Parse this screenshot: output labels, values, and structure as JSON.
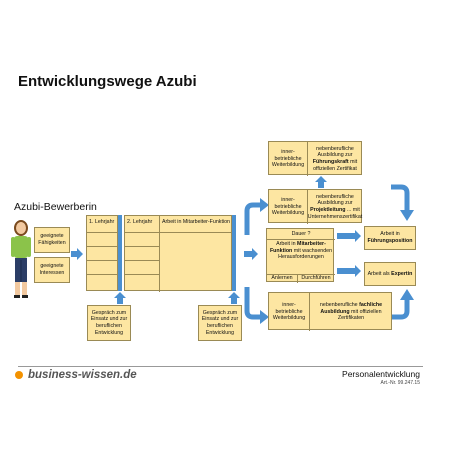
{
  "title": "Entwicklungswege Azubi",
  "subject_label": "Azubi-Bewerberin",
  "prereqs": [
    "geeignete Fähigkeiten",
    "geeignete Interessen"
  ],
  "columns": {
    "year1": "1. Lehrjahr",
    "year2": "2. Lehrjahr",
    "work": "Arbeit in Mitarbeiter-Funktion"
  },
  "talk_boxes": [
    "Gespräch zum Einsatz und zur beruflichen Entwicklung",
    "Gespräch zum Einsatz und zur beruflichen Entwicklung"
  ],
  "paths": {
    "top": {
      "internal": "inner-betriebliche Weiterbildung",
      "external_pre": "nebenberufliche Ausbildung zur ",
      "external_bold": "Führungskraft",
      "external_post": " mit offiziellen Zertifikat"
    },
    "middle": {
      "internal": "inner-betriebliche Weiterbildung",
      "external_pre": "nebenberufliche Ausbildung zur ",
      "external_bold": "Projektleitung",
      "external_post": " ... mit Unternehmenszertifikat"
    },
    "bottom": {
      "internal": "inner-betriebliche Weiterbildung",
      "external_pre": "nebenberufliche ",
      "external_bold": "fachliche Ausbildung",
      "external_post": " mit offiziellen Zertifikaten"
    }
  },
  "center": {
    "duration": "Dauer ?",
    "text_pre": "Arbeit in ",
    "text_bold": "Mitarbeiter-Funktion",
    "text_post": " mit wachsenden Herausforderungen",
    "sub_left": "Anlernen",
    "sub_right": "Durchführen"
  },
  "outcomes": {
    "leader_pre": "Arbeit in ",
    "leader_bold": "Führungsposition",
    "expert_pre": "Arbeit als ",
    "expert_bold": "Expertin"
  },
  "footer": {
    "brand": "business-wissen.de",
    "department": "Personalentwicklung",
    "article": "Art.-Nr. 99.247.15"
  },
  "colors": {
    "box_fill": "#fde6a2",
    "arrow": "#4a8fd0",
    "brand_dot": "#f39200"
  },
  "icons": [
    "person-icon",
    "arrow-right-icon",
    "arrow-up-icon",
    "curved-arrow-icon",
    "arrow-down-icon"
  ]
}
